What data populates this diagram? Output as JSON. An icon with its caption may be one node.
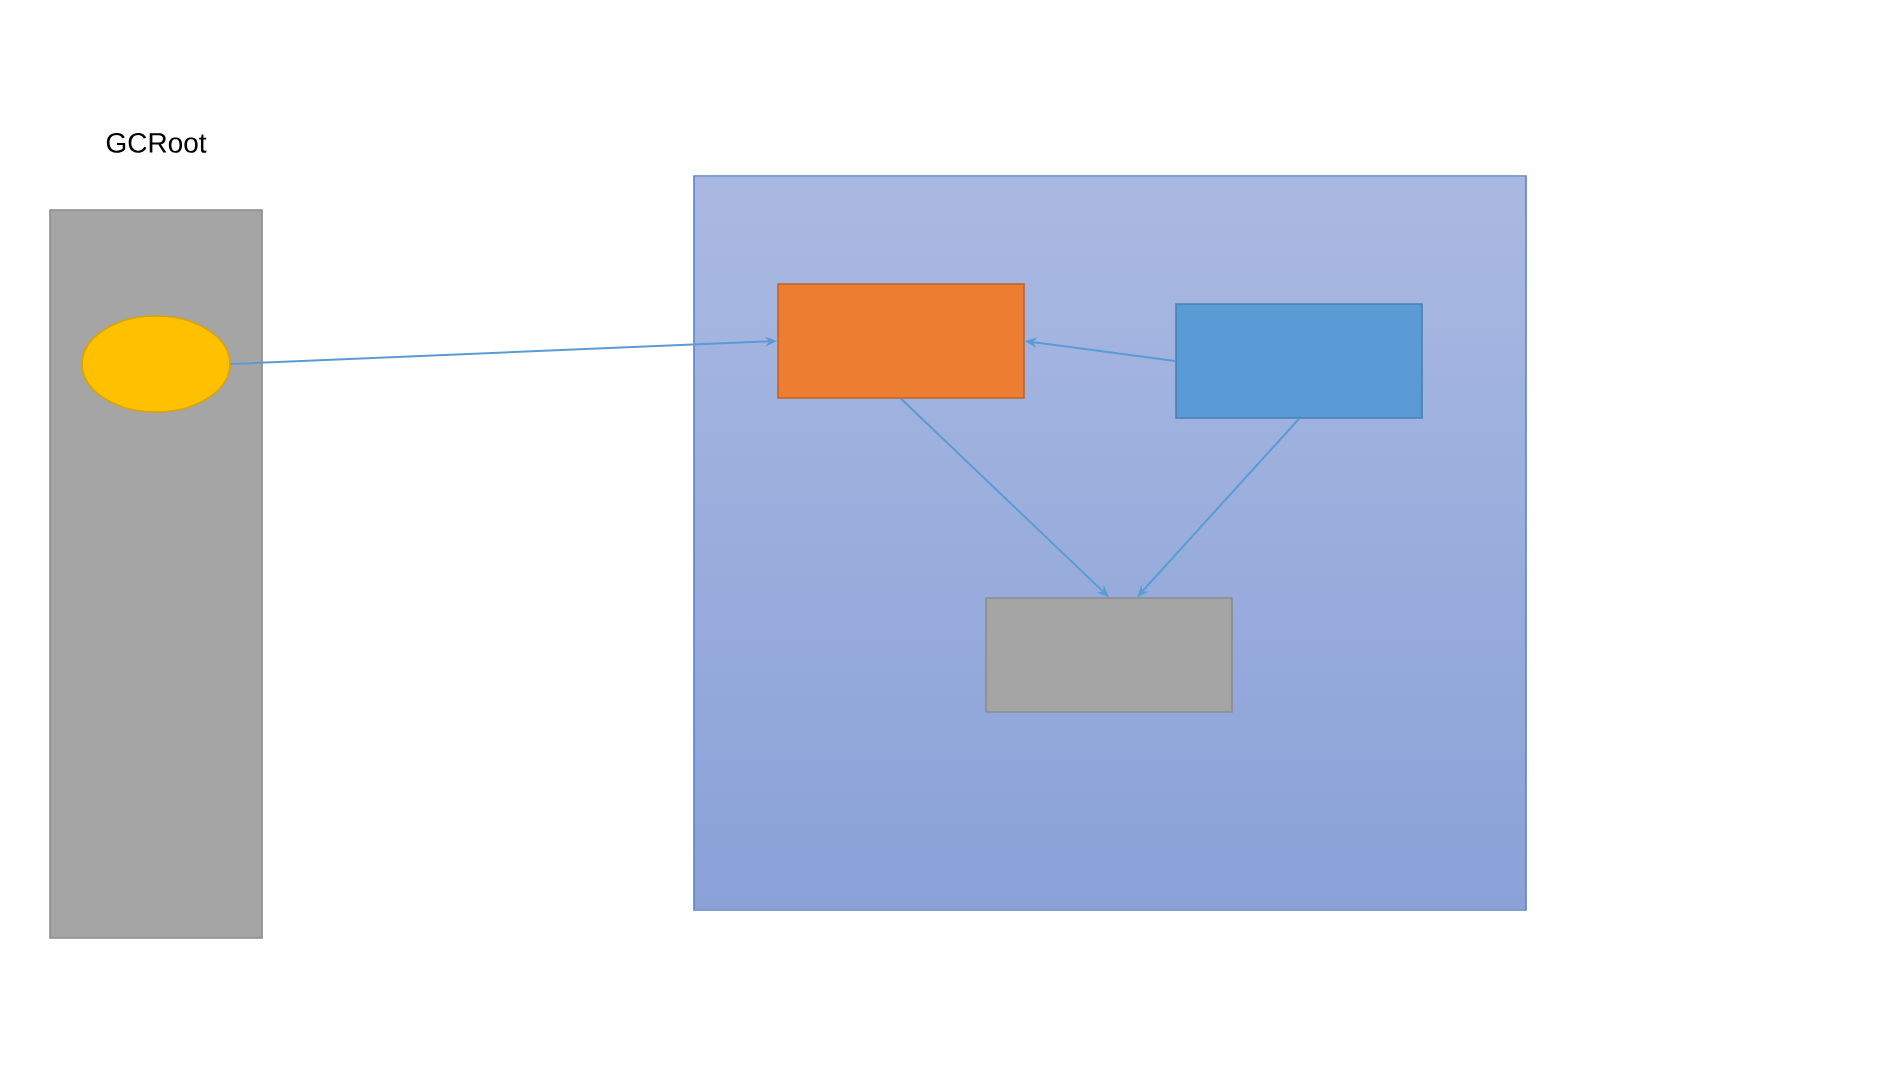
{
  "diagram": {
    "nodes": [
      {
        "text": [
          "GCRoot"
        ]
      },
      {
        "text": [],
        "shape": "ellipse",
        "in": 0
      },
      {
        "text": [],
        "shape": "box"
      },
      {
        "text": [],
        "shape": "box",
        "in": 2
      },
      {
        "text": [],
        "shape": "box",
        "in": 2
      },
      {
        "text": [],
        "shape": "box",
        "in": 2
      }
    ],
    "edges": [
      {
        "from": 1,
        "to": 3,
        "arrow": "to"
      },
      {
        "from": 4,
        "to": 3,
        "arrow": "to"
      },
      {
        "from": 3,
        "to": 5,
        "arrow": "to"
      },
      {
        "from": 4,
        "to": 5,
        "arrow": "to"
      }
    ]
  }
}
